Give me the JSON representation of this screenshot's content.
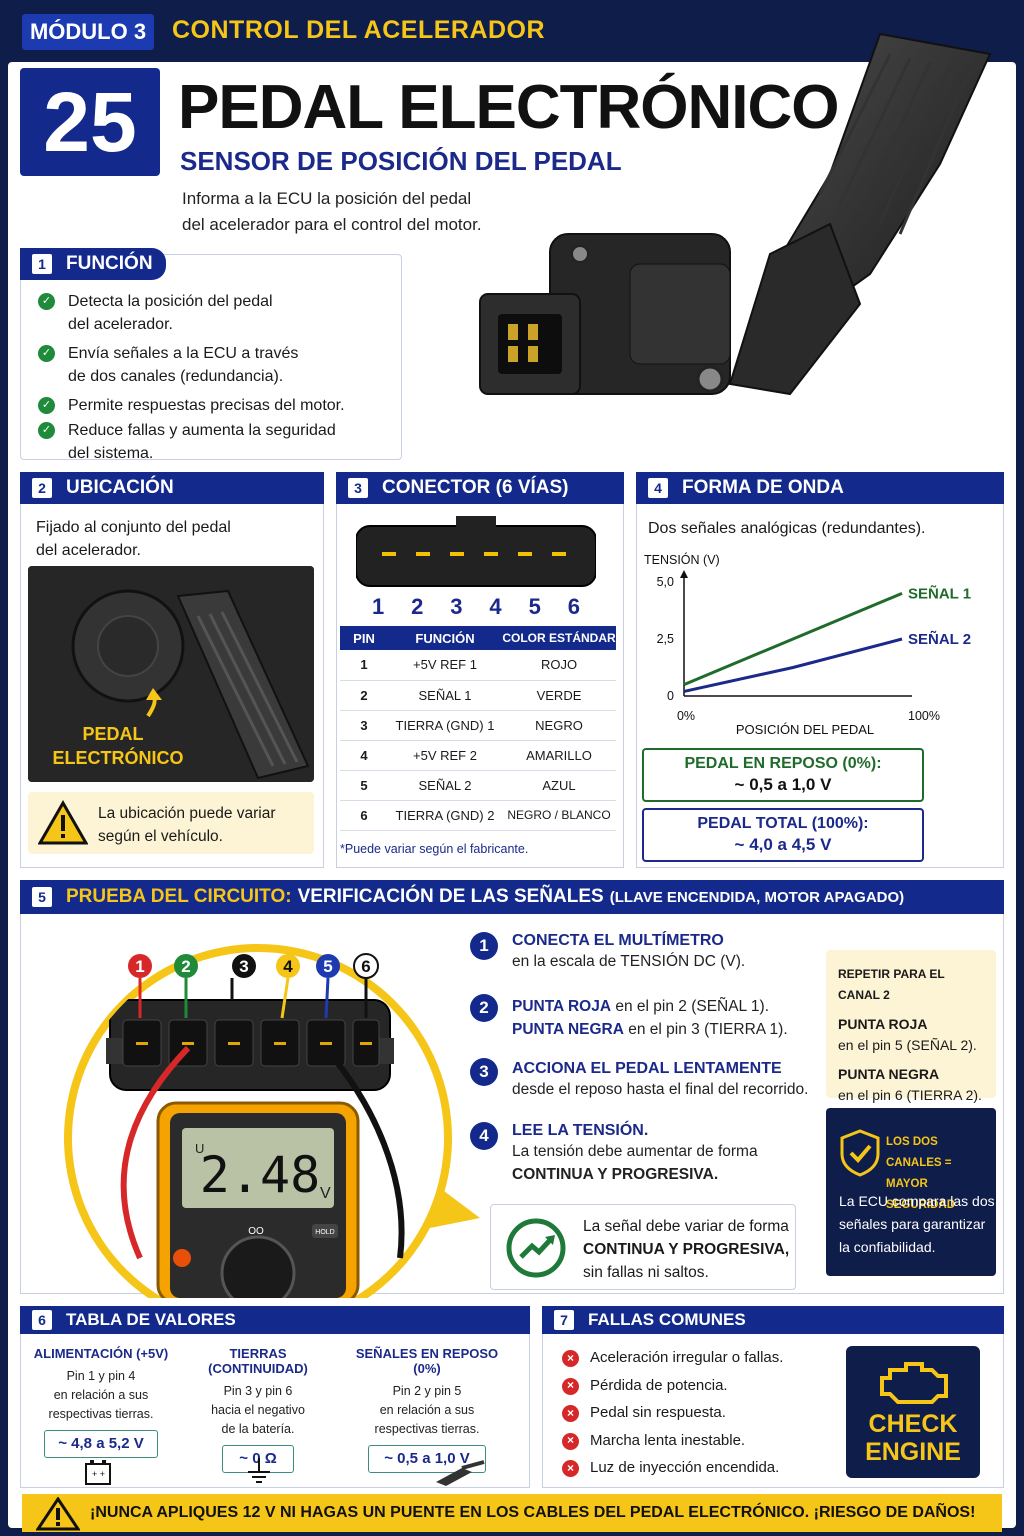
{
  "header": {
    "module": "MÓDULO 3",
    "module_title": "CONTROL DEL ACELERADOR"
  },
  "hero": {
    "number": "25",
    "title": "PEDAL ELECTRÓNICO",
    "subtitle": "SENSOR DE POSICIÓN DEL PEDAL",
    "intro_line1": "Informa a la ECU la posición del pedal",
    "intro_line2": "del acelerador para el control del motor."
  },
  "funcion": {
    "num": "1",
    "title": "FUNCIÓN",
    "items": [
      {
        "l1": "Detecta la posición del pedal",
        "l2": "del acelerador."
      },
      {
        "l1": "Envía señales a la ECU a través",
        "l2": "de dos canales (redundancia)."
      },
      {
        "l1": "Permite respuestas precisas del motor.",
        "l2": ""
      },
      {
        "l1": "Reduce fallas y aumenta la seguridad",
        "l2": "del sistema."
      }
    ]
  },
  "ubicacion": {
    "num": "2",
    "title": "UBICACIÓN",
    "text1": "Fijado al conjunto del pedal",
    "text2": "del acelerador.",
    "photo_label1": "PEDAL",
    "photo_label2": "ELECTRÓNICO",
    "warn1": "La ubicación puede variar",
    "warn2": "según el vehículo."
  },
  "conector": {
    "num": "3",
    "title": "CONECTOR (6 VÍAS)",
    "pins": [
      "1",
      "2",
      "3",
      "4",
      "5",
      "6"
    ],
    "headers": [
      "PIN",
      "FUNCIÓN",
      "COLOR ESTÁNDAR"
    ],
    "rows": [
      [
        "1",
        "+5V REF 1",
        "ROJO"
      ],
      [
        "2",
        "SEÑAL 1",
        "VERDE"
      ],
      [
        "3",
        "TIERRA (GND) 1",
        "NEGRO"
      ],
      [
        "4",
        "+5V REF 2",
        "AMARILLO"
      ],
      [
        "5",
        "SEÑAL 2",
        "AZUL"
      ],
      [
        "6",
        "TIERRA (GND) 2",
        "NEGRO / BLANCO"
      ]
    ],
    "note": "*Puede variar según el fabricante."
  },
  "onda": {
    "num": "4",
    "title": "FORMA DE ONDA",
    "desc": "Dos señales analógicas (redundantes).",
    "reposo_title": "PEDAL EN REPOSO (0%):",
    "reposo_val": "~ 0,5 a 1,0 V",
    "total_title": "PEDAL TOTAL (100%):",
    "total_val": "~ 4,0 a 4,5 V"
  },
  "chart_data": {
    "type": "line",
    "ylabel": "TENSIÓN (V)",
    "xlabel": "POSICIÓN DEL PEDAL",
    "yticks": [
      "5,0",
      "2,5",
      "0"
    ],
    "xticks": [
      "0%",
      "100%"
    ],
    "ylim": [
      0,
      5
    ],
    "xlim": [
      0,
      100
    ],
    "series": [
      {
        "name": "SEÑAL 1",
        "color": "#1f6b2b",
        "x": [
          0,
          50,
          100
        ],
        "y": [
          0.5,
          2.5,
          4.5
        ]
      },
      {
        "name": "SEÑAL 2",
        "color": "#1b2a8a",
        "x": [
          0,
          50,
          100
        ],
        "y": [
          0.2,
          1.25,
          2.5
        ]
      }
    ]
  },
  "prueba": {
    "num": "5",
    "title_y": "PRUEBA DEL CIRCUITO:",
    "title_w": "VERIFICACIÓN DE LAS SEÑALES",
    "title_small": "(LLAVE ENCENDIDA, MOTOR APAGADO)",
    "pin_labels": [
      "1",
      "2",
      "3",
      "4",
      "5",
      "6"
    ],
    "meter_reading": "2.48",
    "meter_unit": "V",
    "meter_mode": "U",
    "meter_hold": "HOLD",
    "meter_oo": "OO",
    "steps": [
      {
        "n": "1",
        "title": "CONECTA EL MULTÍMETRO",
        "text": "en la escala de TENSIÓN DC (V)."
      },
      {
        "n": "2",
        "b1": "PUNTA ROJA",
        "t1": " en el pin 2 (SEÑAL 1).",
        "b2": "PUNTA NEGRA",
        "t2": " en el pin 3 (TIERRA 1)."
      },
      {
        "n": "3",
        "title": "ACCIONA EL PEDAL LENTAMENTE",
        "text": "desde el reposo hasta el final del recorrido."
      },
      {
        "n": "4",
        "title": "LEE LA TENSIÓN.",
        "text": "La tensión debe aumentar de forma",
        "bold": "CONTINUA Y PROGRESIVA."
      }
    ],
    "ok_l1": "La señal debe variar de forma",
    "ok_l2": "CONTINUA Y PROGRESIVA,",
    "ok_l3": "sin fallas ni saltos.",
    "repeat_title": "REPETIR PARA EL CANAL 2",
    "repeat_red": "PUNTA ROJA",
    "repeat_red_t": "en el pin 5 (SEÑAL 2).",
    "repeat_black": "PUNTA NEGRA",
    "repeat_black_t": "en el pin 6 (TIERRA 2).",
    "secure_title1": "LOS DOS CANALES =",
    "secure_title2": "MAYOR SEGURIDAD",
    "secure_text1": "La ECU compara las dos",
    "secure_text2": "señales para garantizar",
    "secure_text3": "la confiabilidad."
  },
  "valores": {
    "num": "6",
    "title": "TABLA DE VALORES",
    "cols": [
      {
        "title": "ALIMENTACIÓN (+5V)",
        "t1": "Pin 1 y pin 4",
        "t2": "en relación a sus",
        "t3": "respectivas tierras.",
        "val": "~ 4,8 a 5,2 V"
      },
      {
        "title": "TIERRAS (CONTINUIDAD)",
        "t1": "Pin 3 y pin 6",
        "t2": "hacia el negativo",
        "t3": "de la batería.",
        "val": "~ 0 Ω"
      },
      {
        "title": "SEÑALES EN REPOSO (0%)",
        "t1": "Pin 2 y pin 5",
        "t2": "en relación a sus",
        "t3": "respectivas tierras.",
        "val": "~ 0,5 a 1,0 V"
      }
    ]
  },
  "fallas": {
    "num": "7",
    "title": "FALLAS COMUNES",
    "items": [
      "Aceleración irregular o fallas.",
      "Pérdida de potencia.",
      "Pedal sin respuesta.",
      "Marcha lenta inestable.",
      "Luz de inyección encendida."
    ],
    "check1": "CHECK",
    "check2": "ENGINE"
  },
  "footer_warning": "¡NUNCA APLIQUES 12 V NI HAGAS UN PUENTE EN LOS CABLES DEL PEDAL ELECTRÓNICO. ¡RIESGO DE DAÑOS!"
}
